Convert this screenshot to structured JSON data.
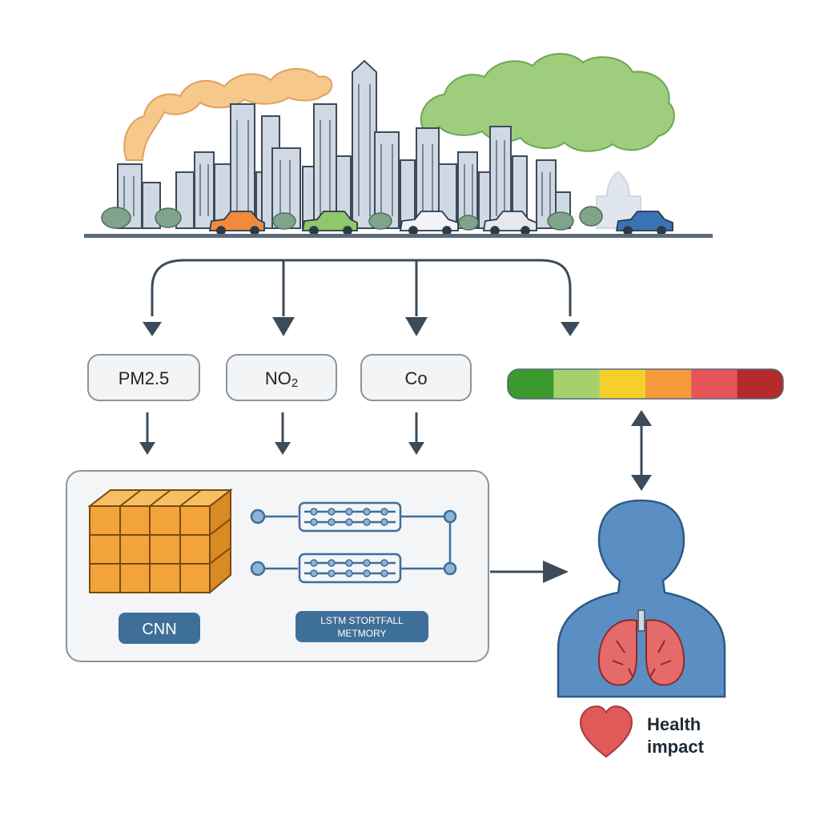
{
  "pollutants": [
    {
      "label": "PM2.5"
    },
    {
      "label": "NO",
      "subscript": "2"
    },
    {
      "label": "Co"
    }
  ],
  "models": {
    "cnn_label": "CNN",
    "lstm_label_line1": "LSTM STORTFALL",
    "lstm_label_line2": "METMORY"
  },
  "health": {
    "line1": "Health",
    "line2": "impact"
  },
  "aqi_scale": {
    "colors": [
      "#3a9a2e",
      "#a6d06e",
      "#f6d02a",
      "#f59a3c",
      "#e5555a",
      "#b52a2a"
    ]
  },
  "colors": {
    "smoke_left": "#f6c98a",
    "smoke_right": "#9fcd7e",
    "building": "#cfd8e3",
    "building_outline": "#3c4b5a",
    "arrow": "#3c4b5a",
    "badge": "#3e6f98",
    "cube": "#f2a43a",
    "person": "#5b8fc4",
    "lungs": "#e56a6a"
  }
}
